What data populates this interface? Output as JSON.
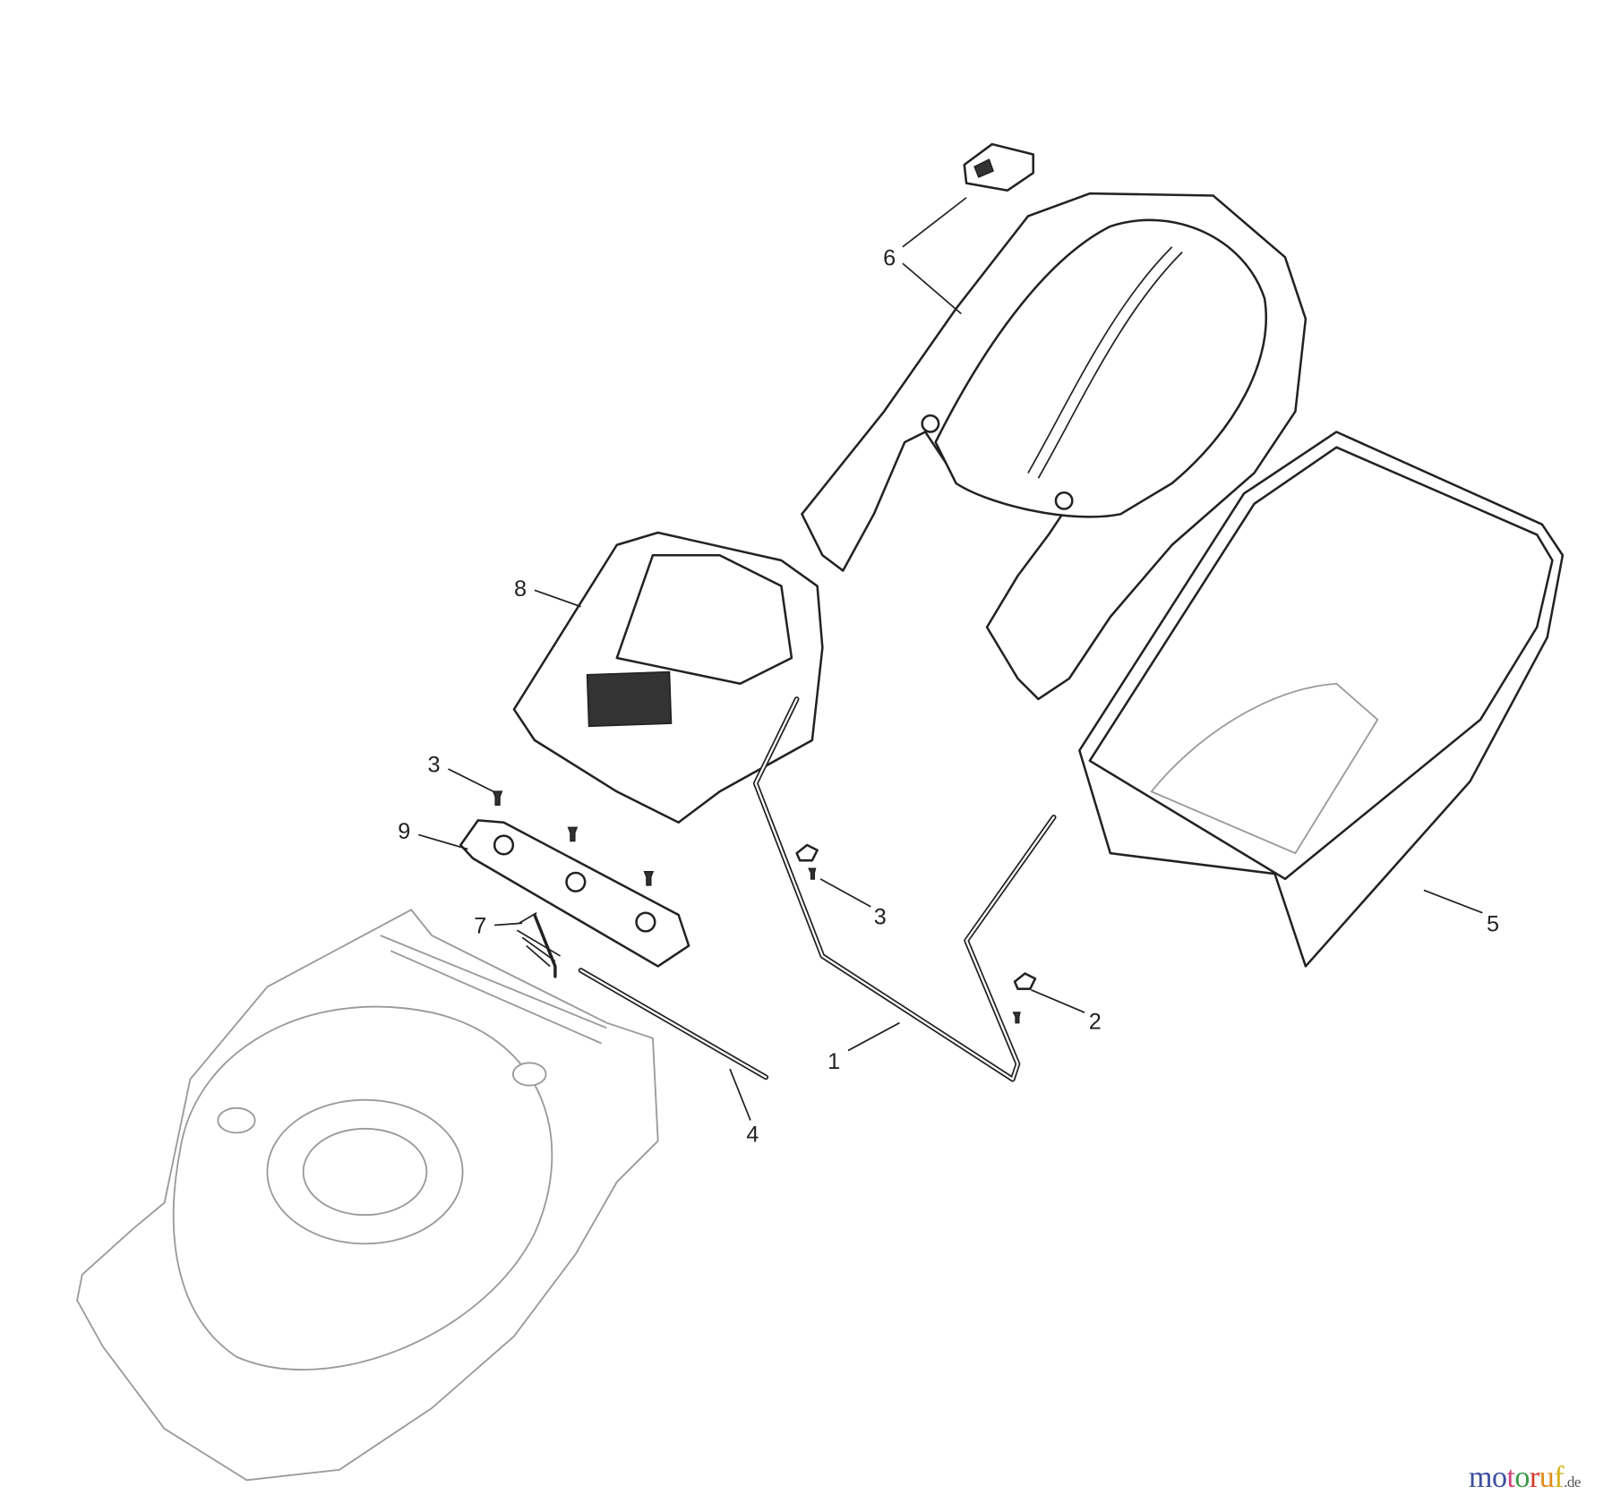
{
  "diagram": {
    "callouts": [
      {
        "id": "1",
        "label": "1"
      },
      {
        "id": "2",
        "label": "2"
      },
      {
        "id": "3a",
        "label": "3"
      },
      {
        "id": "3b",
        "label": "3"
      },
      {
        "id": "4",
        "label": "4"
      },
      {
        "id": "5",
        "label": "5"
      },
      {
        "id": "6",
        "label": "6"
      },
      {
        "id": "7",
        "label": "7"
      },
      {
        "id": "8",
        "label": "8"
      },
      {
        "id": "9",
        "label": "9"
      }
    ]
  },
  "watermark": {
    "letters": [
      "m",
      "o",
      "t",
      "o",
      "r",
      "u",
      "f"
    ],
    "letter_colors": [
      "#3b4ea0",
      "#3b4ea0",
      "#d0477a",
      "#3a9a4a",
      "#d23a2a",
      "#e08a1a",
      "#d8b21a"
    ],
    "tld": ".de"
  }
}
